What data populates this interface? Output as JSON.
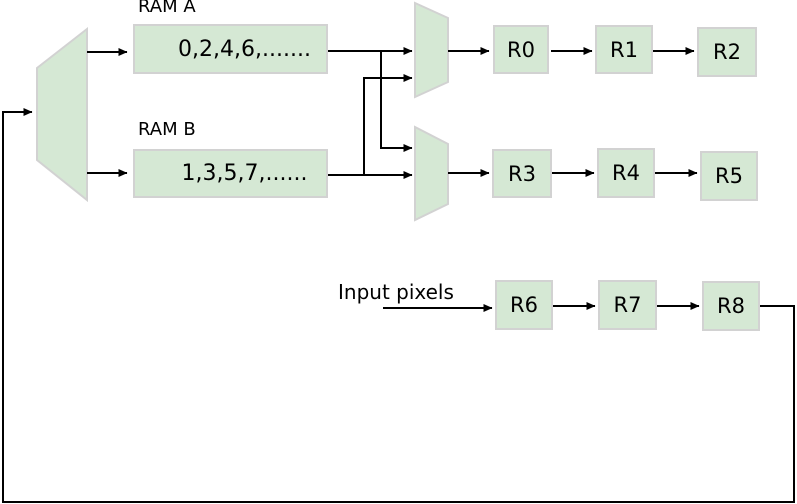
{
  "colors": {
    "block_fill": "#d5e8d4",
    "block_border": "#d2d2d2",
    "line": "#000000"
  },
  "ram_a": {
    "label": "RAM A",
    "content": "0,2,4,6,......."
  },
  "ram_b": {
    "label": "RAM B",
    "content": "1,3,5,7,......"
  },
  "input": {
    "label": "Input pixels"
  },
  "registers": {
    "r0": "R0",
    "r1": "R1",
    "r2": "R2",
    "r3": "R3",
    "r4": "R4",
    "r5": "R5",
    "r6": "R6",
    "r7": "R7",
    "r8": "R8"
  },
  "shapes": {
    "demux": "input-demux",
    "mux_top": "output-mux-top",
    "mux_bottom": "output-mux-bottom"
  }
}
